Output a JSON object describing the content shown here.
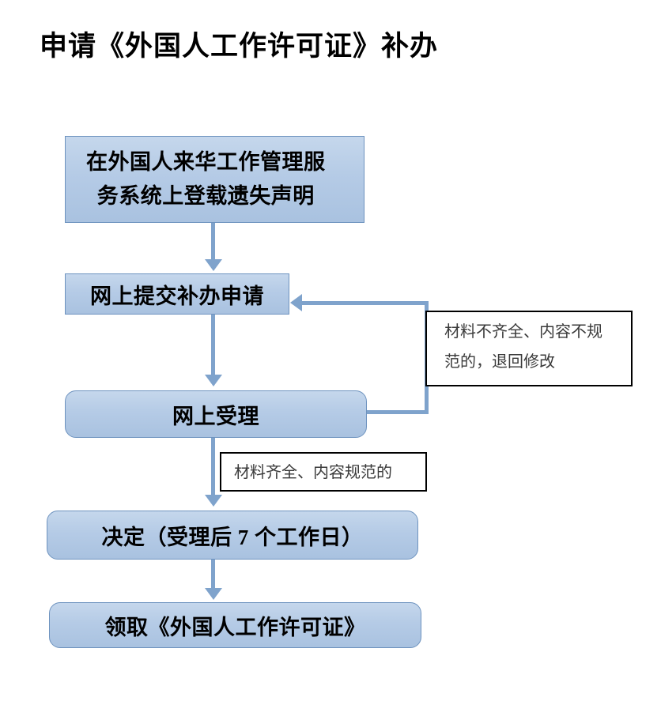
{
  "page": {
    "title": "申请《外国人工作许可证》补办",
    "background_color": "#ffffff"
  },
  "colors": {
    "box_border": "#6e93bf",
    "box_fill_light": "#c5d7ec",
    "box_fill_dark": "#a9c2e0",
    "connector": "#7fa3cc",
    "annotation_border": "#000000",
    "annotation_text": "#3a3a3a",
    "text": "#000000"
  },
  "flowchart": {
    "type": "flowchart",
    "orientation": "top-to-bottom",
    "nodes": [
      {
        "id": "lost-declaration",
        "label": "在外国人来华工作管理服务系统上登载遗失声明",
        "line1": "在外国人来华工作管理服",
        "line2": "务系统上登载遗失声明",
        "shape": "rectangle",
        "order": 1
      },
      {
        "id": "online-application",
        "label": "网上提交补办申请",
        "shape": "rectangle",
        "order": 2
      },
      {
        "id": "online-acceptance",
        "label": "网上受理",
        "shape": "rounded-rectangle",
        "order": 3
      },
      {
        "id": "decision",
        "label": "决定（受理后 7 个工作日）",
        "shape": "rounded-rectangle",
        "order": 4
      },
      {
        "id": "collect-permit",
        "label": "领取《外国人工作许可证》",
        "shape": "rounded-rectangle",
        "order": 5
      }
    ],
    "annotations": [
      {
        "id": "return-for-revision",
        "label": "材料不齐全、内容不规范的，退回修改",
        "line1": "材料不齐全、内容不规",
        "line2": "范的，退回修改",
        "attached_to_edge": "online-acceptance -> online-application"
      },
      {
        "id": "materials-complete",
        "label": "材料齐全、内容规范的",
        "attached_to_edge": "online-acceptance -> decision"
      }
    ],
    "edges": [
      {
        "from": "lost-declaration",
        "to": "online-application",
        "style": "straight-arrow"
      },
      {
        "from": "online-application",
        "to": "online-acceptance",
        "style": "straight-arrow"
      },
      {
        "from": "online-acceptance",
        "to": "decision",
        "style": "straight-arrow",
        "label": "材料齐全、内容规范的"
      },
      {
        "from": "decision",
        "to": "collect-permit",
        "style": "straight-arrow"
      },
      {
        "from": "online-acceptance",
        "to": "online-application",
        "style": "feedback-loop-right",
        "label": "材料不齐全、内容不规范的，退回修改"
      }
    ]
  }
}
